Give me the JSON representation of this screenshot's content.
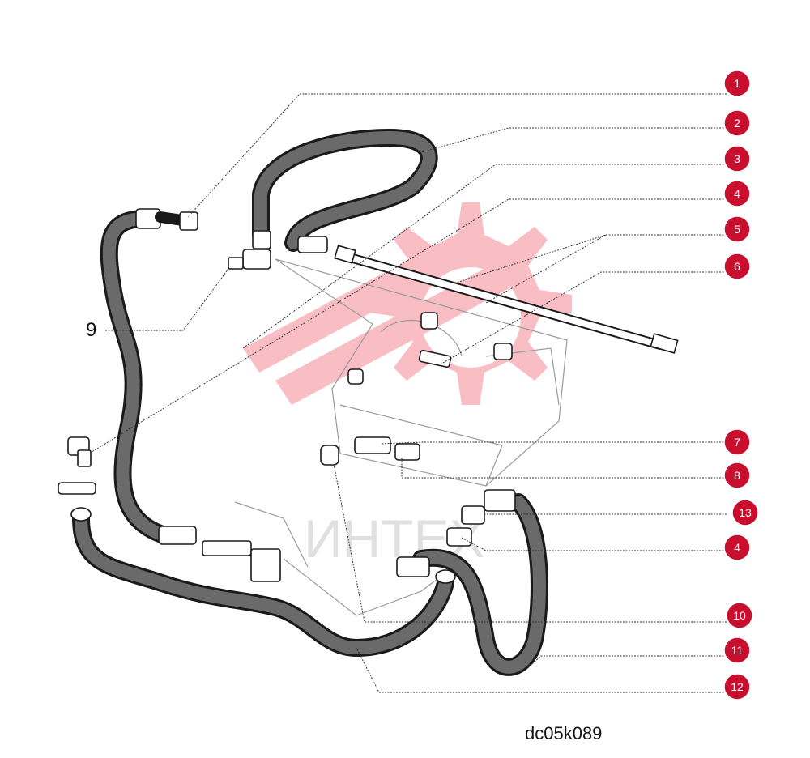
{
  "diagram": {
    "drawing_code": "dc05k089",
    "watermark": "ИНТЕХ",
    "accent_color": "#c8102e",
    "callouts": [
      {
        "label": "1"
      },
      {
        "label": "2"
      },
      {
        "label": "3"
      },
      {
        "label": "4"
      },
      {
        "label": "5"
      },
      {
        "label": "6"
      },
      {
        "label": "7"
      },
      {
        "label": "8"
      },
      {
        "label": "13"
      },
      {
        "label": "4"
      },
      {
        "label": "10"
      },
      {
        "label": "11"
      },
      {
        "label": "12"
      }
    ],
    "side_label": "9"
  }
}
